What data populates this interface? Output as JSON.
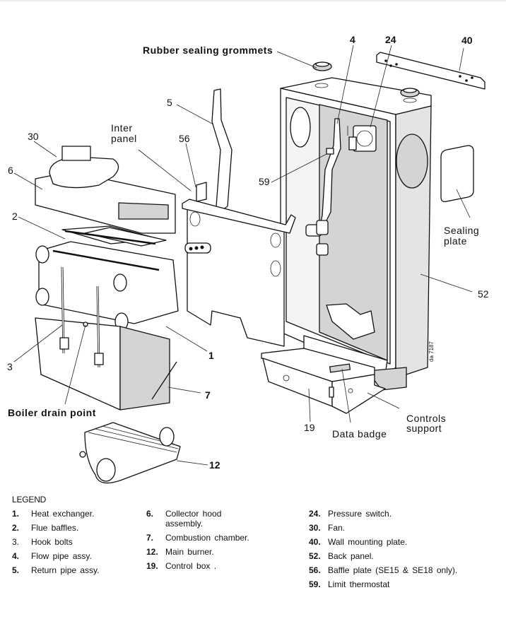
{
  "diagram": {
    "title": "Boiler exploded view",
    "callouts": {
      "rubber_sealing_grommets": "Rubber sealing grommets",
      "c4": "4",
      "c24": "24",
      "c40": "40",
      "c5": "5",
      "inter_panel_line1": "Inter",
      "inter_panel_line2": "panel",
      "c56": "56",
      "c30": "30",
      "c6": "6",
      "c59": "59",
      "c2": "2",
      "sealing_plate_line1": "Sealing",
      "sealing_plate_line2": "plate",
      "c52": "52",
      "c1": "1",
      "c3": "3",
      "c7": "7",
      "boiler_drain_point": "Boiler drain point",
      "c19": "19",
      "data_badge": "Data badge",
      "controls_support_line1": "Controls",
      "controls_support_line2": "support",
      "c12": "12",
      "drawing_ref": "da 7187"
    }
  },
  "legend": {
    "title": "LEGEND",
    "columns": [
      [
        {
          "num": "1.",
          "text": "Heat exchanger."
        },
        {
          "num": "2.",
          "text": "Flue baffles."
        },
        {
          "num": "3.",
          "text": "Hook  bolts"
        },
        {
          "num": "4.",
          "text": "Flow pipe assy."
        },
        {
          "num": "5.",
          "text": "Return pipe assy."
        }
      ],
      [
        {
          "num": "6.",
          "text": "Collector hood assembly."
        },
        {
          "num": "7.",
          "text": "Combustion chamber."
        },
        {
          "num": "12.",
          "text": "Main burner."
        },
        {
          "num": "19.",
          "text": "Control box ."
        }
      ],
      [
        {
          "num": "24.",
          "text": "Pressure switch."
        },
        {
          "num": "30.",
          "text": "Fan."
        },
        {
          "num": "40.",
          "text": "Wall mounting plate."
        },
        {
          "num": "52.",
          "text": "Back panel."
        },
        {
          "num": "56.",
          "text": "Baffle plate (SE15 & SE18 only)."
        },
        {
          "num": "59.",
          "text": "Limit thermostat"
        }
      ]
    ]
  }
}
